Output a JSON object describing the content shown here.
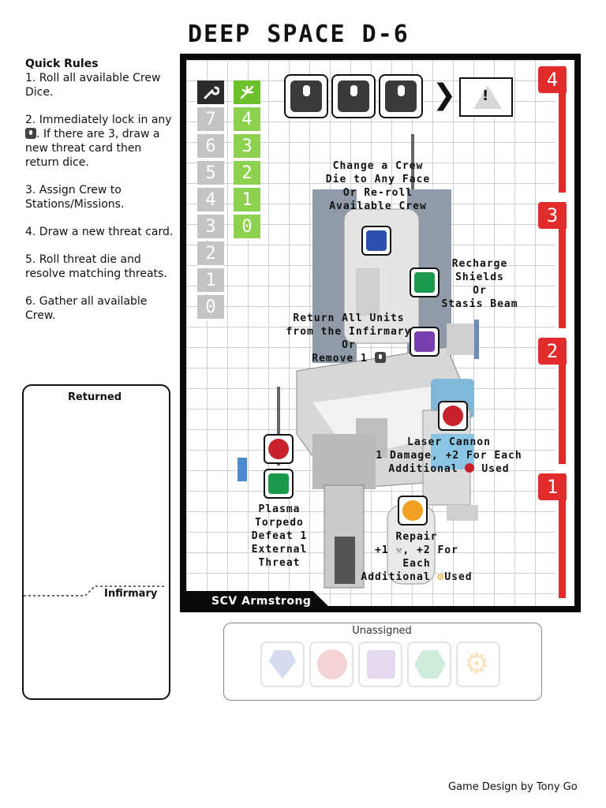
{
  "title": "DEEP SPACE D-6",
  "rules": {
    "heading": "Quick Rules",
    "step1": "1. Roll all available Crew Dice.",
    "step2a": "2. Immediately lock in any",
    "step2b": ". If there are 3, draw a new threat card then return dice.",
    "step3": "3. Assign Crew to Stations/Missions.",
    "step4": "4. Draw a new threat card.",
    "step5": "5. Roll threat die and resolve matching threats.",
    "step6": "6. Gather all available Crew."
  },
  "returned_label": "Returned",
  "infirmary_label": "Infirmary",
  "hull_track": [
    "7",
    "6",
    "5",
    "4",
    "3",
    "2",
    "1",
    "0"
  ],
  "shield_track": [
    "4",
    "3",
    "2",
    "1",
    "0"
  ],
  "threat_zones": [
    "4",
    "3",
    "2",
    "1"
  ],
  "threat_slot_symbol": "!",
  "chevron": "❯",
  "stations": {
    "commander": "Change a Crew\nDie to Any Face\nOr Re-roll\nAvailable Crew",
    "science": "Recharge\nShields\nOr\nStasis Beam",
    "medical": "Return All Units\nfrom the Infirmary\nOr\nRemove 1",
    "laser": "Laser Cannon\n1 Damage, +2 For Each\nAdditional",
    "laser_suffix": "Used",
    "torpedo": "Plasma\nTorpedo\nDefeat 1\nExternal\nThreat",
    "repair": "Repair\n+1",
    "repair_mid": ", +2 For Each",
    "repair_end": "Additional",
    "repair_suffix": "Used"
  },
  "ship_name": "SCV Armstrong",
  "unassigned_label": "Unassigned",
  "crew_colors": {
    "commander": "#2d4fb0",
    "tactical": "#c8222c",
    "medical": "#7a3fae",
    "science": "#1a9a4a",
    "engineering": "#f0a020"
  },
  "credit": "Game Design by Tony Go"
}
